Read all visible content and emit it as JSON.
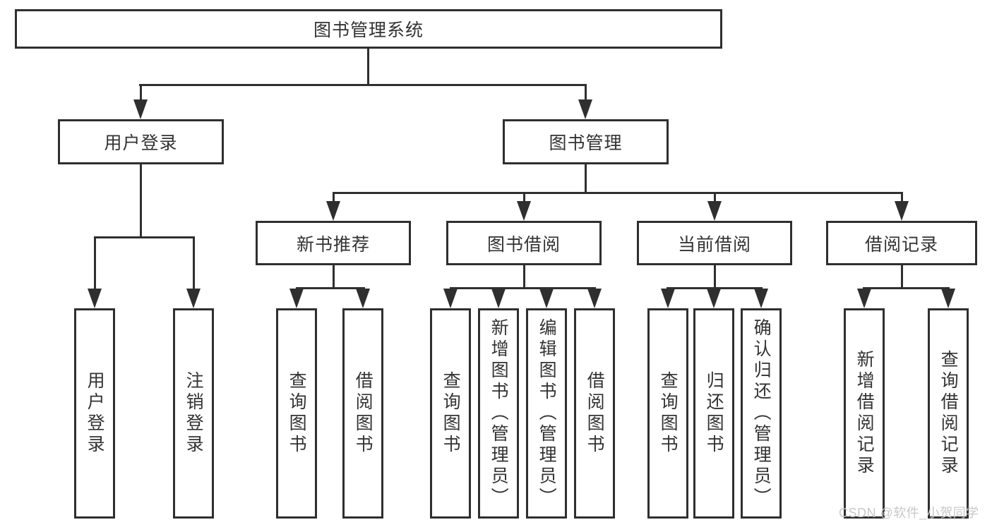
{
  "colors": {
    "line": "#2f2f2f",
    "text": "#333333",
    "box_background": "#ffffff",
    "watermark": "#c8c8c8"
  },
  "root": {
    "label": "图书管理系统"
  },
  "branches": [
    {
      "label": "用户登录",
      "children": [
        {
          "label": "用户登录"
        },
        {
          "label": "注销登录"
        }
      ]
    },
    {
      "label": "图书管理",
      "children": [
        {
          "label": "新书推荐",
          "children": [
            {
              "label": "查询图书"
            },
            {
              "label": "借阅图书"
            }
          ]
        },
        {
          "label": "图书借阅",
          "children": [
            {
              "label": "查询图书"
            },
            {
              "label": "新增图书（管理员）"
            },
            {
              "label": "编辑图书（管理员）"
            },
            {
              "label": "借阅图书"
            }
          ]
        },
        {
          "label": "当前借阅",
          "children": [
            {
              "label": "查询图书"
            },
            {
              "label": "归还图书"
            },
            {
              "label": "确认归还（管理员）"
            }
          ]
        },
        {
          "label": "借阅记录",
          "children": [
            {
              "label": "新增借阅记录"
            },
            {
              "label": "查询借阅记录"
            }
          ]
        }
      ]
    }
  ],
  "watermark": {
    "text": "CSDN @软件_小贺同学"
  }
}
